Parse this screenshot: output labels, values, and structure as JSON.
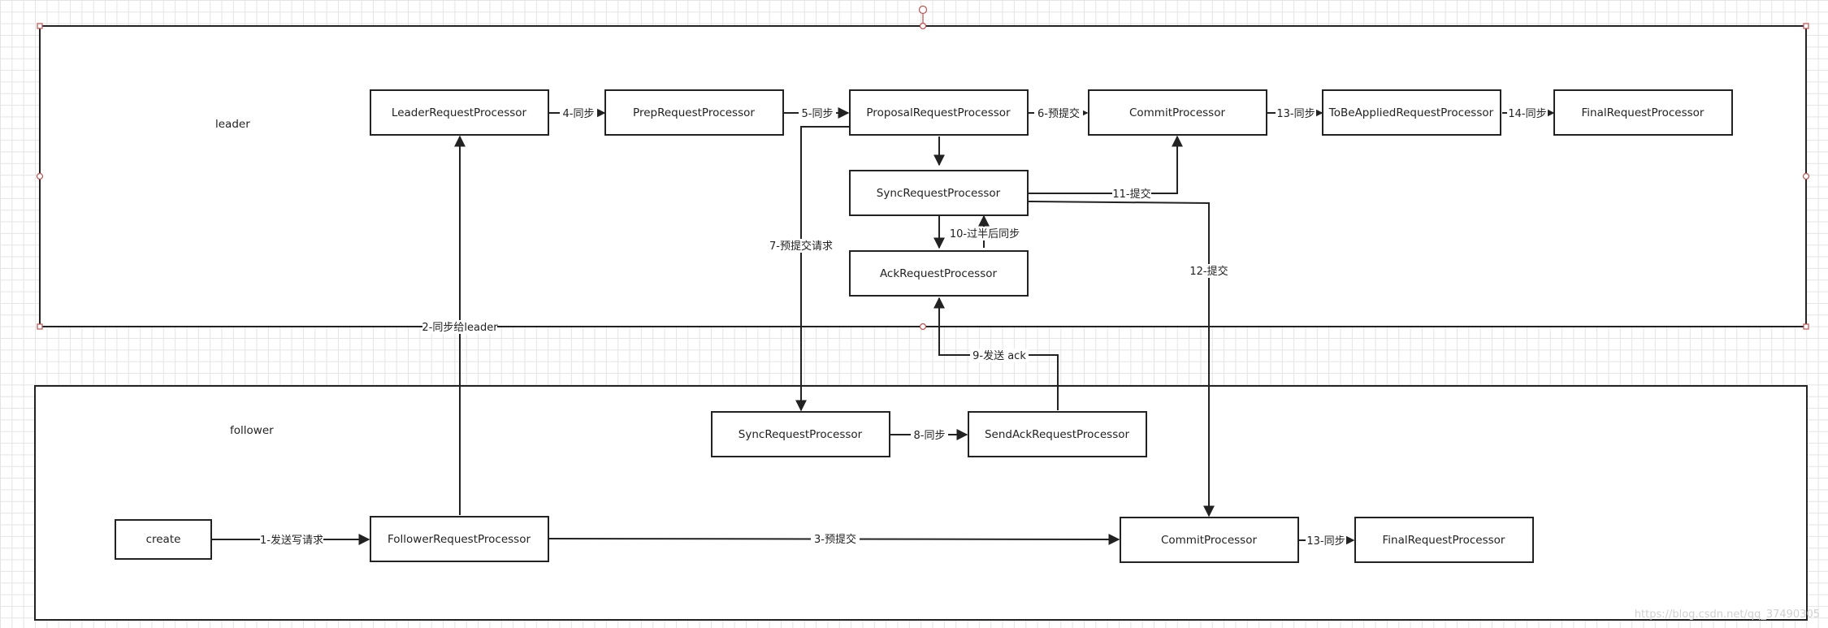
{
  "containers": {
    "leader": {
      "label": "leader"
    },
    "follower": {
      "label": "follower"
    }
  },
  "nodes": {
    "leader_request": "LeaderRequestProcessor",
    "prep_request": "PrepRequestProcessor",
    "proposal_request": "ProposalRequestProcessor",
    "commit_leader": "CommitProcessor",
    "to_be_applied": "ToBeAppliedRequestProcessor",
    "final_leader": "FinalRequestProcessor",
    "sync_leader": "SyncRequestProcessor",
    "ack_request": "AckRequestProcessor",
    "sync_follower": "SyncRequestProcessor",
    "send_ack": "SendAckRequestProcessor",
    "create": "create",
    "follower_request": "FollowerRequestProcessor",
    "commit_follower": "CommitProcessor",
    "final_follower": "FinalRequestProcessor"
  },
  "edges": {
    "e1": "1-发送写请求",
    "e2": "2-同步给leader",
    "e3": "3-预提交",
    "e4": "4-同步",
    "e5": "5-同步",
    "e6": "6-预提交",
    "e7": "7-预提交请求",
    "e8": "8-同步",
    "e9": "9-发送 ack",
    "e10": "10-过半后同步",
    "e11": "11-提交",
    "e12": "12-提交",
    "e13_leader": "13-同步",
    "e13_follower": "13-同步",
    "e14": "14-同步"
  },
  "watermark": "https://blog.csdn.net/qq_37490305"
}
